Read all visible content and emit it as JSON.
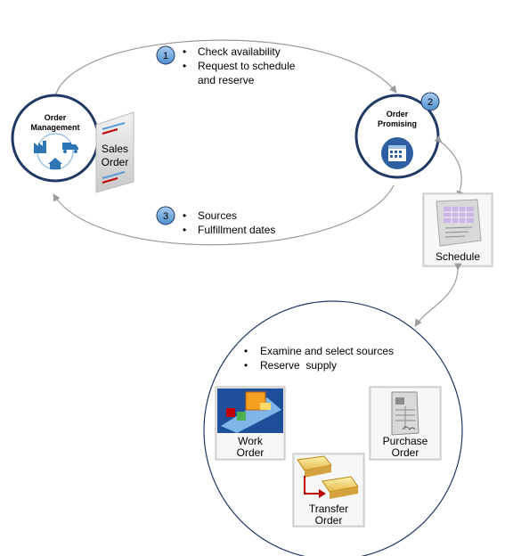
{
  "order_management": {
    "label_line1": "Order",
    "label_line2": "Management",
    "icons": [
      "factory-icon",
      "truck-icon",
      "home-icon"
    ]
  },
  "sales_order": {
    "line1": "Sales",
    "line2": "Order"
  },
  "order_promising": {
    "label_line1": "Order",
    "label_line2": "Promising",
    "icon": "calendar-icon"
  },
  "steps": [
    {
      "number": "1",
      "bullets": [
        "Check availability",
        "Request to schedule",
        "and reserve"
      ]
    },
    {
      "number": "2"
    },
    {
      "number": "3",
      "bullets": [
        "Sources",
        "Fulfillment dates"
      ]
    }
  ],
  "schedule": {
    "label": "Schedule"
  },
  "supply": {
    "bullets": [
      "Examine and select sources",
      "Reserve  supply"
    ],
    "work_order": {
      "line1": "Work",
      "line2": "Order"
    },
    "purchase_order": {
      "line1": "Purchase",
      "line2": "Order"
    },
    "transfer_order": {
      "line1": "Transfer",
      "line2": "Order"
    }
  },
  "colors": {
    "step_badge": "#6fa8dc",
    "circle_border": "#1f3864",
    "calendar": "#2e5fa3",
    "arrow": "#9a9a9a"
  }
}
